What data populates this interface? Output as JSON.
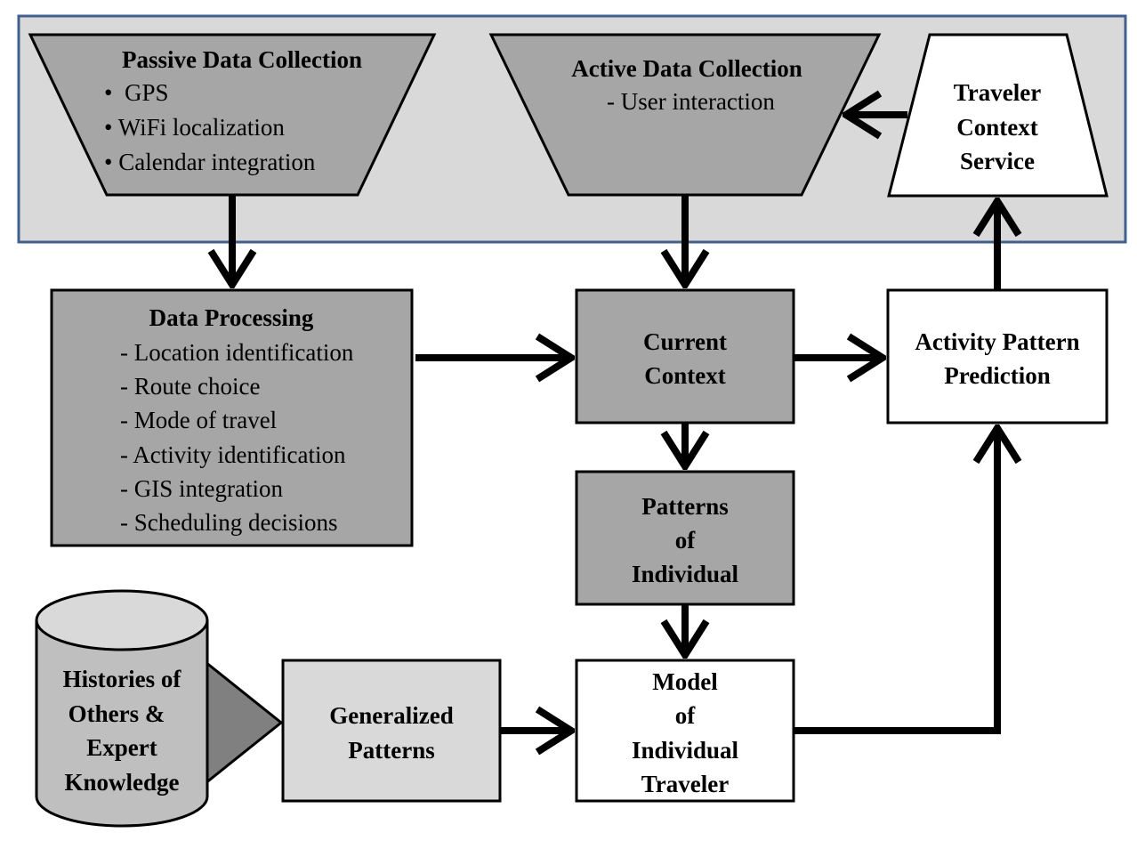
{
  "passive": {
    "title": "Passive Data Collection",
    "items": [
      "•  GPS",
      "• WiFi localization",
      "• Calendar integration"
    ]
  },
  "active": {
    "title": "Active Data Collection",
    "items": [
      "- User interaction"
    ]
  },
  "traveler_context": {
    "lines": [
      "Traveler",
      "Context",
      "Service"
    ]
  },
  "data_processing": {
    "title": "Data Processing",
    "items": [
      "- Location identification",
      "- Route choice",
      "- Mode of travel",
      "- Activity identification",
      "- GIS integration",
      "- Scheduling decisions"
    ]
  },
  "current_context": {
    "lines": [
      "Current",
      "Context"
    ]
  },
  "activity_prediction": {
    "lines": [
      "Activity Pattern",
      "Prediction"
    ]
  },
  "patterns_individual": {
    "lines": [
      "Patterns",
      "of",
      "Individual"
    ]
  },
  "histories": {
    "lines": [
      "Histories of",
      "Others &",
      "Expert",
      "Knowledge"
    ]
  },
  "generalized": {
    "lines": [
      "Generalized",
      "Patterns"
    ]
  },
  "model": {
    "lines": [
      "Model",
      "of",
      "Individual",
      "Traveler"
    ]
  },
  "colors": {
    "panel_bg": "#d9d9d9",
    "panel_border": "#41618c",
    "dark_fill": "#a6a6a6",
    "light_fill": "#d9d9d9",
    "white_fill": "#ffffff",
    "triangle_fill": "#808080",
    "stroke": "#000000"
  }
}
